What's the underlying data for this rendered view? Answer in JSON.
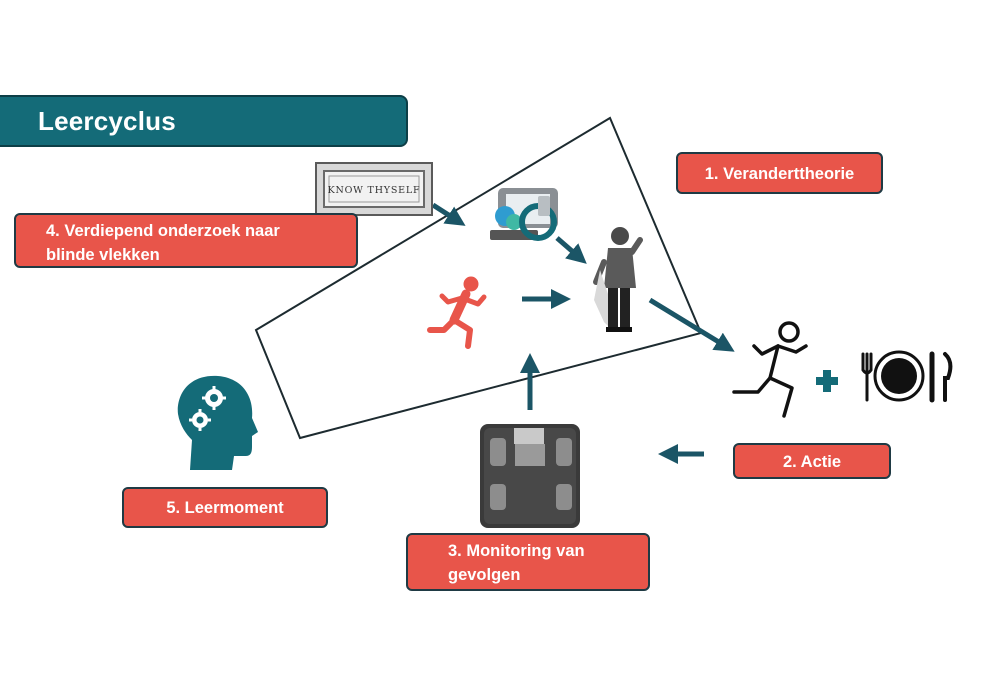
{
  "title": "Leercyclus",
  "labels": {
    "step1": "1. Veranderttheorie",
    "step2": "2. Actie",
    "step3_line1": "3. Monitoring van",
    "step3_line2": "gevolgen",
    "step4_line1": "4. Verdiepend onderzoek naar",
    "step4_line2": "blinde vlekken",
    "step5": "5. Leermoment"
  },
  "sign_text": "KNOW THYSELF",
  "colors": {
    "teal": "#146b78",
    "dark_teal": "#0d3f47",
    "coral": "#e8554a",
    "arrow": "#1b5566"
  },
  "icons": [
    "running-person-icon",
    "plus-icon",
    "plate-cutlery-icon",
    "head-gears-icon",
    "scale-icon",
    "laptop-icon",
    "standing-person-icon"
  ]
}
